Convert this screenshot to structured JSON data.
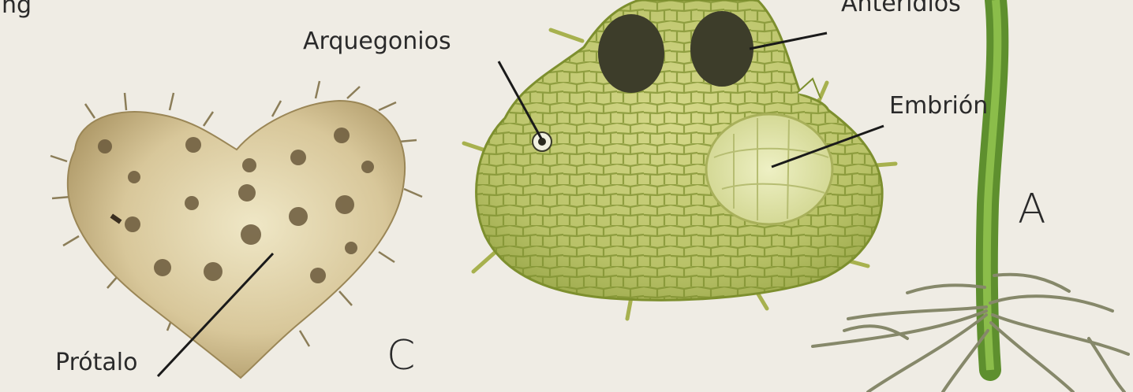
{
  "labels": {
    "top_left_fragment": "ng",
    "arquegonios": "Arquegonios",
    "anteridios": "Anteridios",
    "embrion": "Embrión",
    "protalo": "Prótalo"
  },
  "panel_letters": {
    "c": "C",
    "a": "A"
  }
}
